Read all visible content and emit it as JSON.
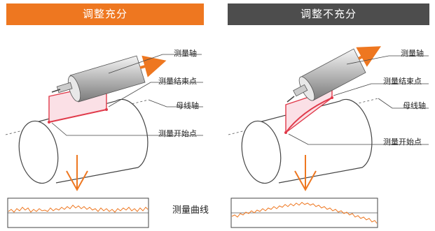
{
  "panels": {
    "left": {
      "header": "调整充分"
    },
    "right": {
      "header": "调整不充分"
    }
  },
  "labels": {
    "measure_axis": "测量轴",
    "measure_end": "测量结束点",
    "generatrix_axis": "母线轴",
    "measure_start": "测量开始点",
    "measure_curve": "测量曲线"
  },
  "colors": {
    "accent_orange": "#ee7720",
    "header_dark": "#4d4d4d",
    "measure_red": "#e03a4a",
    "plane_fill": "#fbe0e6"
  }
}
